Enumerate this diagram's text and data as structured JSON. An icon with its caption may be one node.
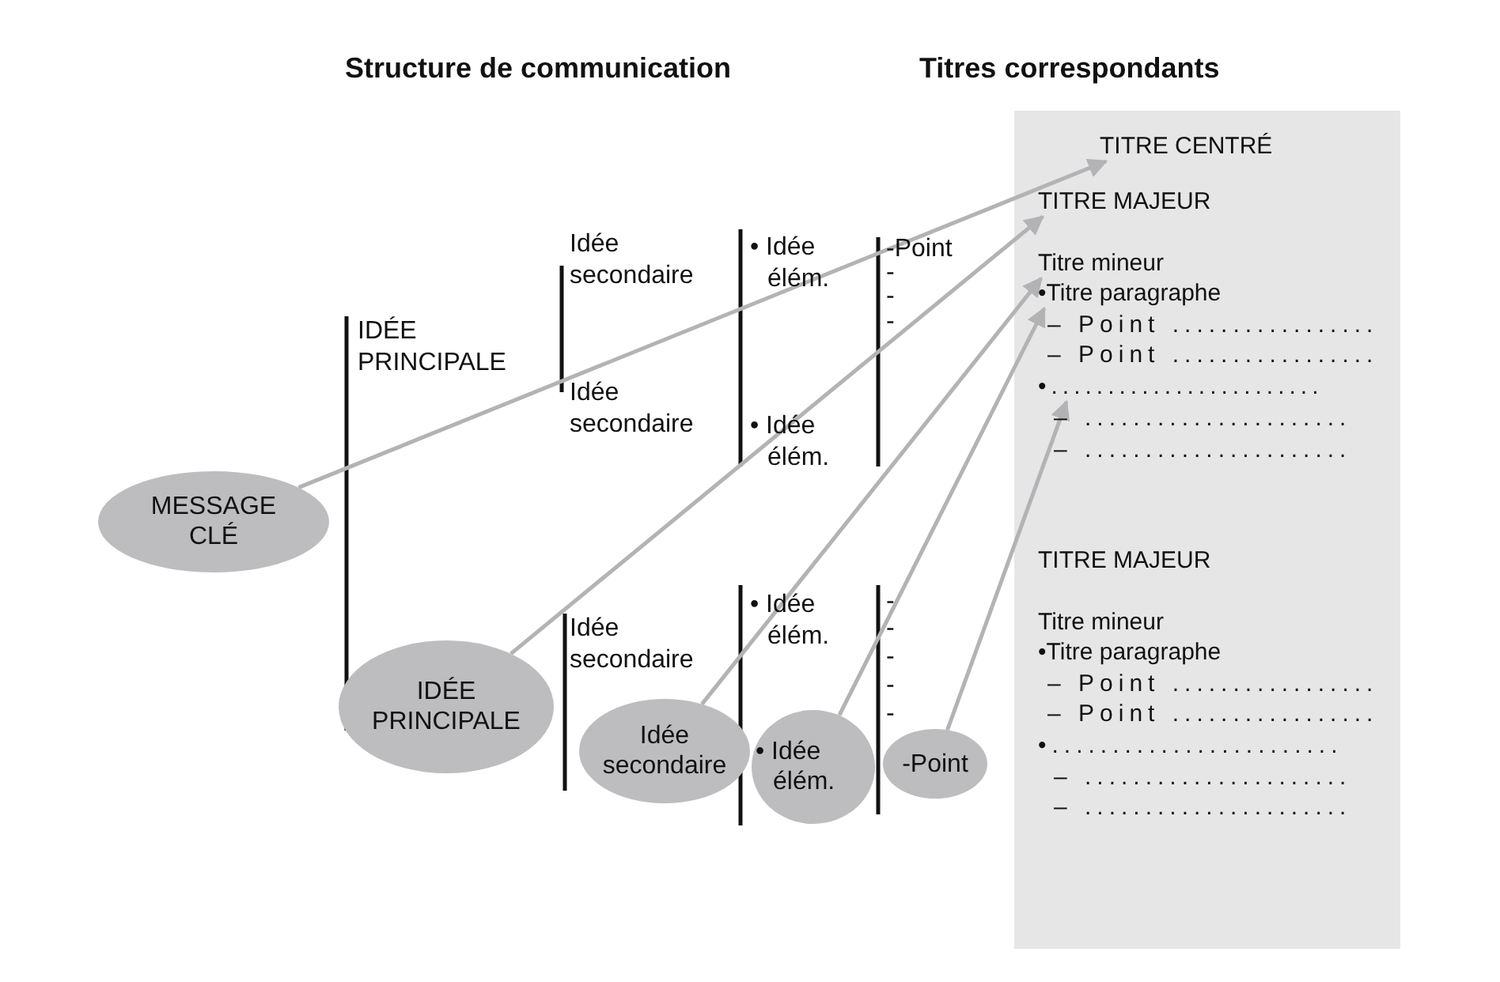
{
  "diagram": {
    "nodes": [
      {
        "text": [
          "MESSAGE CLÉ"
        ]
      },
      {
        "text": [
          "IDÉE PRINCIPALE"
        ]
      },
      {
        "text": [
          "Idée secondaire"
        ]
      },
      {
        "text": [
          "• Idée élém."
        ]
      },
      {
        "text": [
          "-Point"
        ]
      },
      {
        "text": [],
        "shape": "box"
      },
      {
        "text": [
          "TITRE CENTRÉ"
        ],
        "in": 5
      },
      {
        "text": [
          "TITRE MAJEUR"
        ],
        "in": 5
      },
      {
        "text": [
          "Titre mineur"
        ],
        "in": 5
      },
      {
        "text": [
          "•Titre paragraphe"
        ],
        "in": 5
      },
      {
        "text": [
          "•........................"
        ],
        "in": 5
      }
    ],
    "edges": [
      {
        "from": 0,
        "to": 6,
        "arrow": "to"
      },
      {
        "from": 1,
        "to": 7,
        "arrow": "to"
      },
      {
        "from": 2,
        "to": 8,
        "arrow": "to"
      },
      {
        "from": 3,
        "to": 9,
        "arrow": "to"
      },
      {
        "from": 4,
        "to": 10,
        "arrow": "to"
      }
    ],
    "labels": [
      "Structure de communication",
      "Titres correspondants",
      "IDÉE PRINCIPALE",
      "Idée secondaire",
      "• Idée élém.",
      "-Point",
      "-",
      "-",
      "-",
      "Idée secondaire",
      "• Idée élém.",
      "Idée secondaire",
      "• Idée élém.",
      "-",
      "-",
      "-",
      "-",
      "-",
      "– Point .................",
      "– Point .................",
      "– ......................",
      "– ......................",
      "TITRE MAJEUR",
      "Titre mineur",
      "•Titre paragraphe",
      "– Point .................",
      "– Point .................",
      "•........................",
      "– ......................",
      "– ......................"
    ]
  }
}
